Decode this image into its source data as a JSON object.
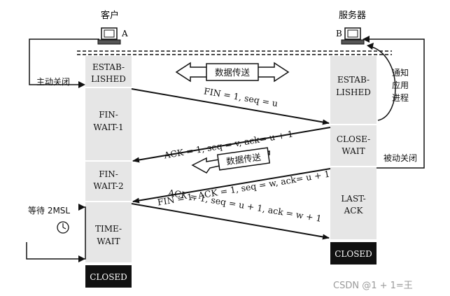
{
  "client": {
    "name": "客户",
    "letter": "A"
  },
  "server": {
    "name": "服务器",
    "letter": "B"
  },
  "client_states": {
    "established_1": "ESTAB-",
    "established_2": "LISHED",
    "fin_wait1_1": "FIN-",
    "fin_wait1_2": "WAIT-1",
    "fin_wait2_1": "FIN-",
    "fin_wait2_2": "WAIT-2",
    "time_wait_1": "TIME-",
    "time_wait_2": "WAIT",
    "closed": "CLOSED"
  },
  "server_states": {
    "established_1": "ESTAB-",
    "established_2": "LISHED",
    "close_wait_1": "CLOSE-",
    "close_wait_2": "WAIT",
    "last_ack_1": "LAST-",
    "last_ack_2": "ACK",
    "closed": "CLOSED"
  },
  "labels": {
    "active_close": "主动关闭",
    "passive_close": "被动关闭",
    "notify_1": "通知",
    "notify_2": "应用",
    "notify_3": "进程",
    "data_transfer_1": "数据传送",
    "data_transfer_2": "数据传送",
    "wait_2msl": "等待 2MSL"
  },
  "messages": {
    "m1": "FIN = 1, seq = u",
    "m2": "ACK = 1, seq = v, ack= u + 1",
    "m3": "FIN = 1, ACK = 1, seq = w, ack= u + 1",
    "m4": "ACK = 1, seq = u + 1, ack = w + 1"
  },
  "watermark": "CSDN @1 + 1=王",
  "colors": {
    "column": "#e6e6e6",
    "closed_box": "#111111",
    "line": "#111111"
  }
}
